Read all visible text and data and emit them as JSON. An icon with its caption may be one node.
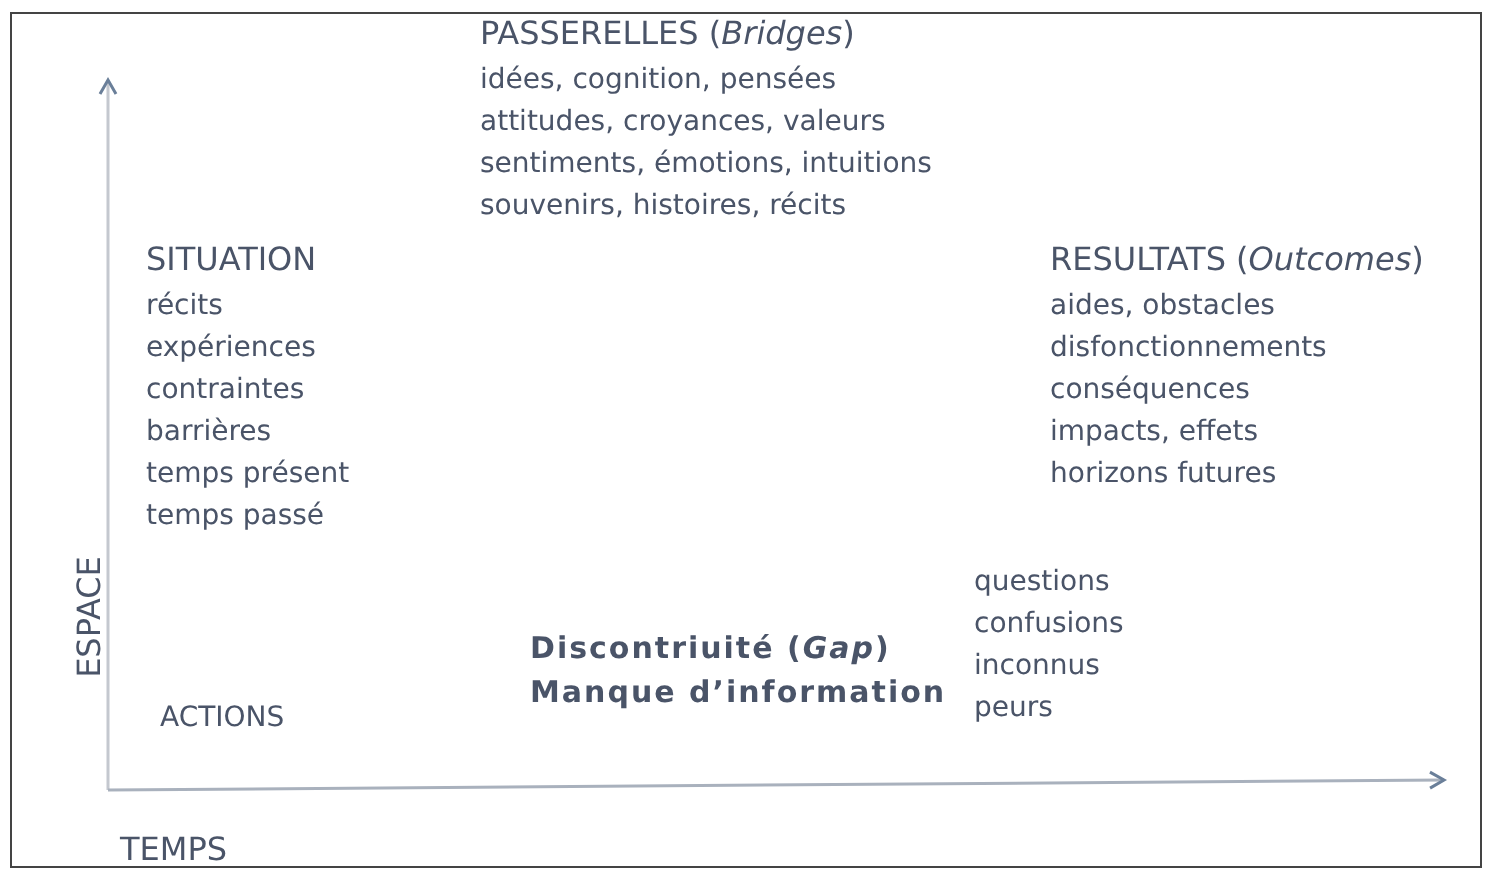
{
  "diagram": {
    "labels": [
      "PASSERELLES (*Bridges*)",
      "idées, cognition, pensées",
      "attitudes, croyances, valeurs",
      "sentiments, émotions, intuitions",
      "souvenirs, histoires, récits",
      "SITUATION",
      "récits",
      "expériences",
      "contraintes",
      "barrières",
      "temps présent",
      "temps passé",
      "RESULTATS (*Outcomes*)",
      "aides, obstacles",
      "disfonctionnements",
      "conséquences",
      "impacts, effets",
      "horizons futures",
      "ESPACE",
      "questions",
      "confusions",
      "inconnus",
      "peurs",
      "Discontriuité (*Gap*)",
      "Manque d’information",
      "ACTIONS",
      "TEMPS"
    ]
  }
}
